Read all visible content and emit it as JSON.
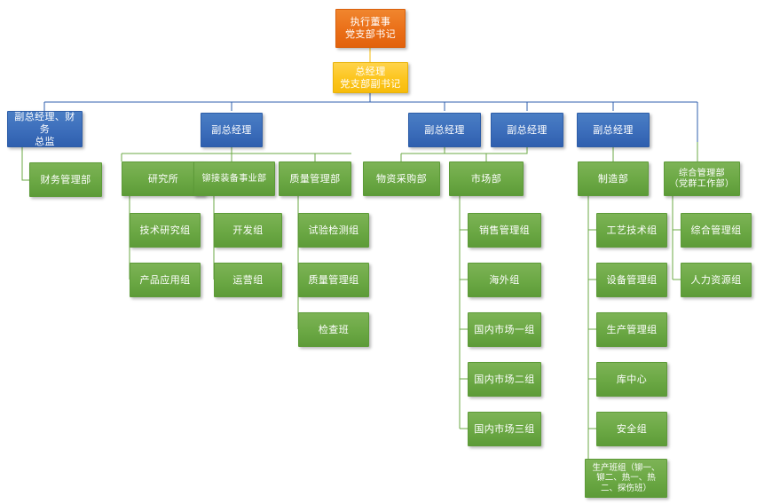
{
  "chart_meta": {
    "title": "组织架构图",
    "type": "org-chart",
    "colors": {
      "executive": "#e2620d",
      "general_manager": "#f7bc0b",
      "vice_president": "#2f5fae",
      "department": "#6ba844",
      "link_blue": "#2f5fae",
      "link_green": "#6ba844",
      "background": "#ffffff",
      "text": "#ffffff"
    }
  },
  "nodes": {
    "executive": {
      "label": "执行董事\n党支部书记",
      "level": "executive"
    },
    "general_manager": {
      "label": "总经理\n党支部副书记",
      "level": "general-manager"
    },
    "vp_finance": {
      "label": "副总经理、财务\n总监",
      "level": "vice-president"
    },
    "vp_research": {
      "label": "副总经理",
      "level": "vice-president"
    },
    "vp_procurement": {
      "label": "副总经理",
      "level": "vice-president"
    },
    "vp_market": {
      "label": "副总经理",
      "level": "vice-president"
    },
    "vp_manufacturing": {
      "label": "副总经理",
      "level": "vice-president"
    },
    "dept_finance": {
      "label": "财务管理部",
      "level": "department"
    },
    "dept_institute": {
      "label": "研究所",
      "level": "department"
    },
    "dept_riveting": {
      "label": "铆接装备事业部",
      "level": "department"
    },
    "dept_quality": {
      "label": "质量管理部",
      "level": "department"
    },
    "dept_procurement": {
      "label": "物资采购部",
      "level": "department"
    },
    "dept_market": {
      "label": "市场部",
      "level": "department"
    },
    "dept_manufacturing": {
      "label": "制造部",
      "level": "department"
    },
    "dept_general_admin": {
      "label": "综合管理部\n（党群工作部）",
      "level": "department"
    },
    "team_tech_research": {
      "label": "技术研究组",
      "level": "team"
    },
    "team_product_app": {
      "label": "产品应用组",
      "level": "team"
    },
    "team_development": {
      "label": "开发组",
      "level": "team"
    },
    "team_operations": {
      "label": "运营组",
      "level": "team"
    },
    "team_test_inspect": {
      "label": "试验检测组",
      "level": "team"
    },
    "team_quality_mgmt": {
      "label": "质量管理组",
      "level": "team"
    },
    "team_inspection": {
      "label": "检查班",
      "level": "team"
    },
    "team_sales_mgmt": {
      "label": "销售管理组",
      "level": "team"
    },
    "team_overseas": {
      "label": "海外组",
      "level": "team"
    },
    "team_domestic1": {
      "label": "国内市场一组",
      "level": "team"
    },
    "team_domestic2": {
      "label": "国内市场二组",
      "level": "team"
    },
    "team_domestic3": {
      "label": "国内市场三组",
      "level": "team"
    },
    "team_process_tech": {
      "label": "工艺技术组",
      "level": "team"
    },
    "team_equipment": {
      "label": "设备管理组",
      "level": "team"
    },
    "team_production_mgmt": {
      "label": "生产管理组",
      "level": "team"
    },
    "team_warehouse": {
      "label": "库中心",
      "level": "team"
    },
    "team_safety": {
      "label": "安全组",
      "level": "team"
    },
    "team_production_crew": {
      "label": "生产班组（铆一、铆二、热一、热二、探伤班）",
      "level": "team"
    },
    "team_general_admin": {
      "label": "综合管理组",
      "level": "team"
    },
    "team_hr": {
      "label": "人力资源组",
      "level": "team"
    }
  }
}
